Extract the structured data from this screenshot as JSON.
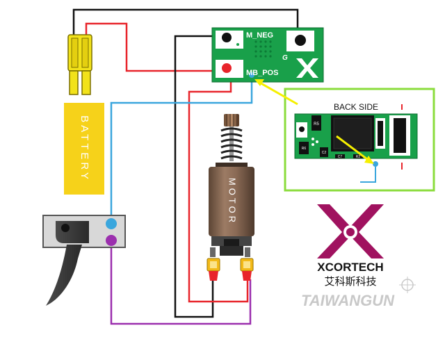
{
  "board": {
    "label_m_neg": "M_NEG",
    "label_g": "G",
    "label_mb_pos": "MB_POS"
  },
  "battery": {
    "label": "BATTERY"
  },
  "motor": {
    "label": "MOTOR"
  },
  "back_side": {
    "title": "BACK SIDE",
    "chip_label_r5": "R5",
    "chip_label_c7": "C7",
    "chip_label_r2": "R2",
    "chip_label_c2": "C2",
    "chip_label_r6": "R6"
  },
  "brand": {
    "name": "XCORTECH",
    "chinese_name": "艾科斯科技",
    "watermark": "TAIWANGUN"
  },
  "colors": {
    "pcb_green": "#19a04a",
    "wire_black": "#111111",
    "wire_red": "#e8242b",
    "wire_blue": "#3aa6dd",
    "wire_purple": "#9b2fae",
    "callout_border": "#8bdc3c",
    "arrow_yellow": "#f5f000",
    "logo_magenta": "#a0125f",
    "battery_yellow": "#f6d21a",
    "motor_brown": "#8a6a55"
  }
}
